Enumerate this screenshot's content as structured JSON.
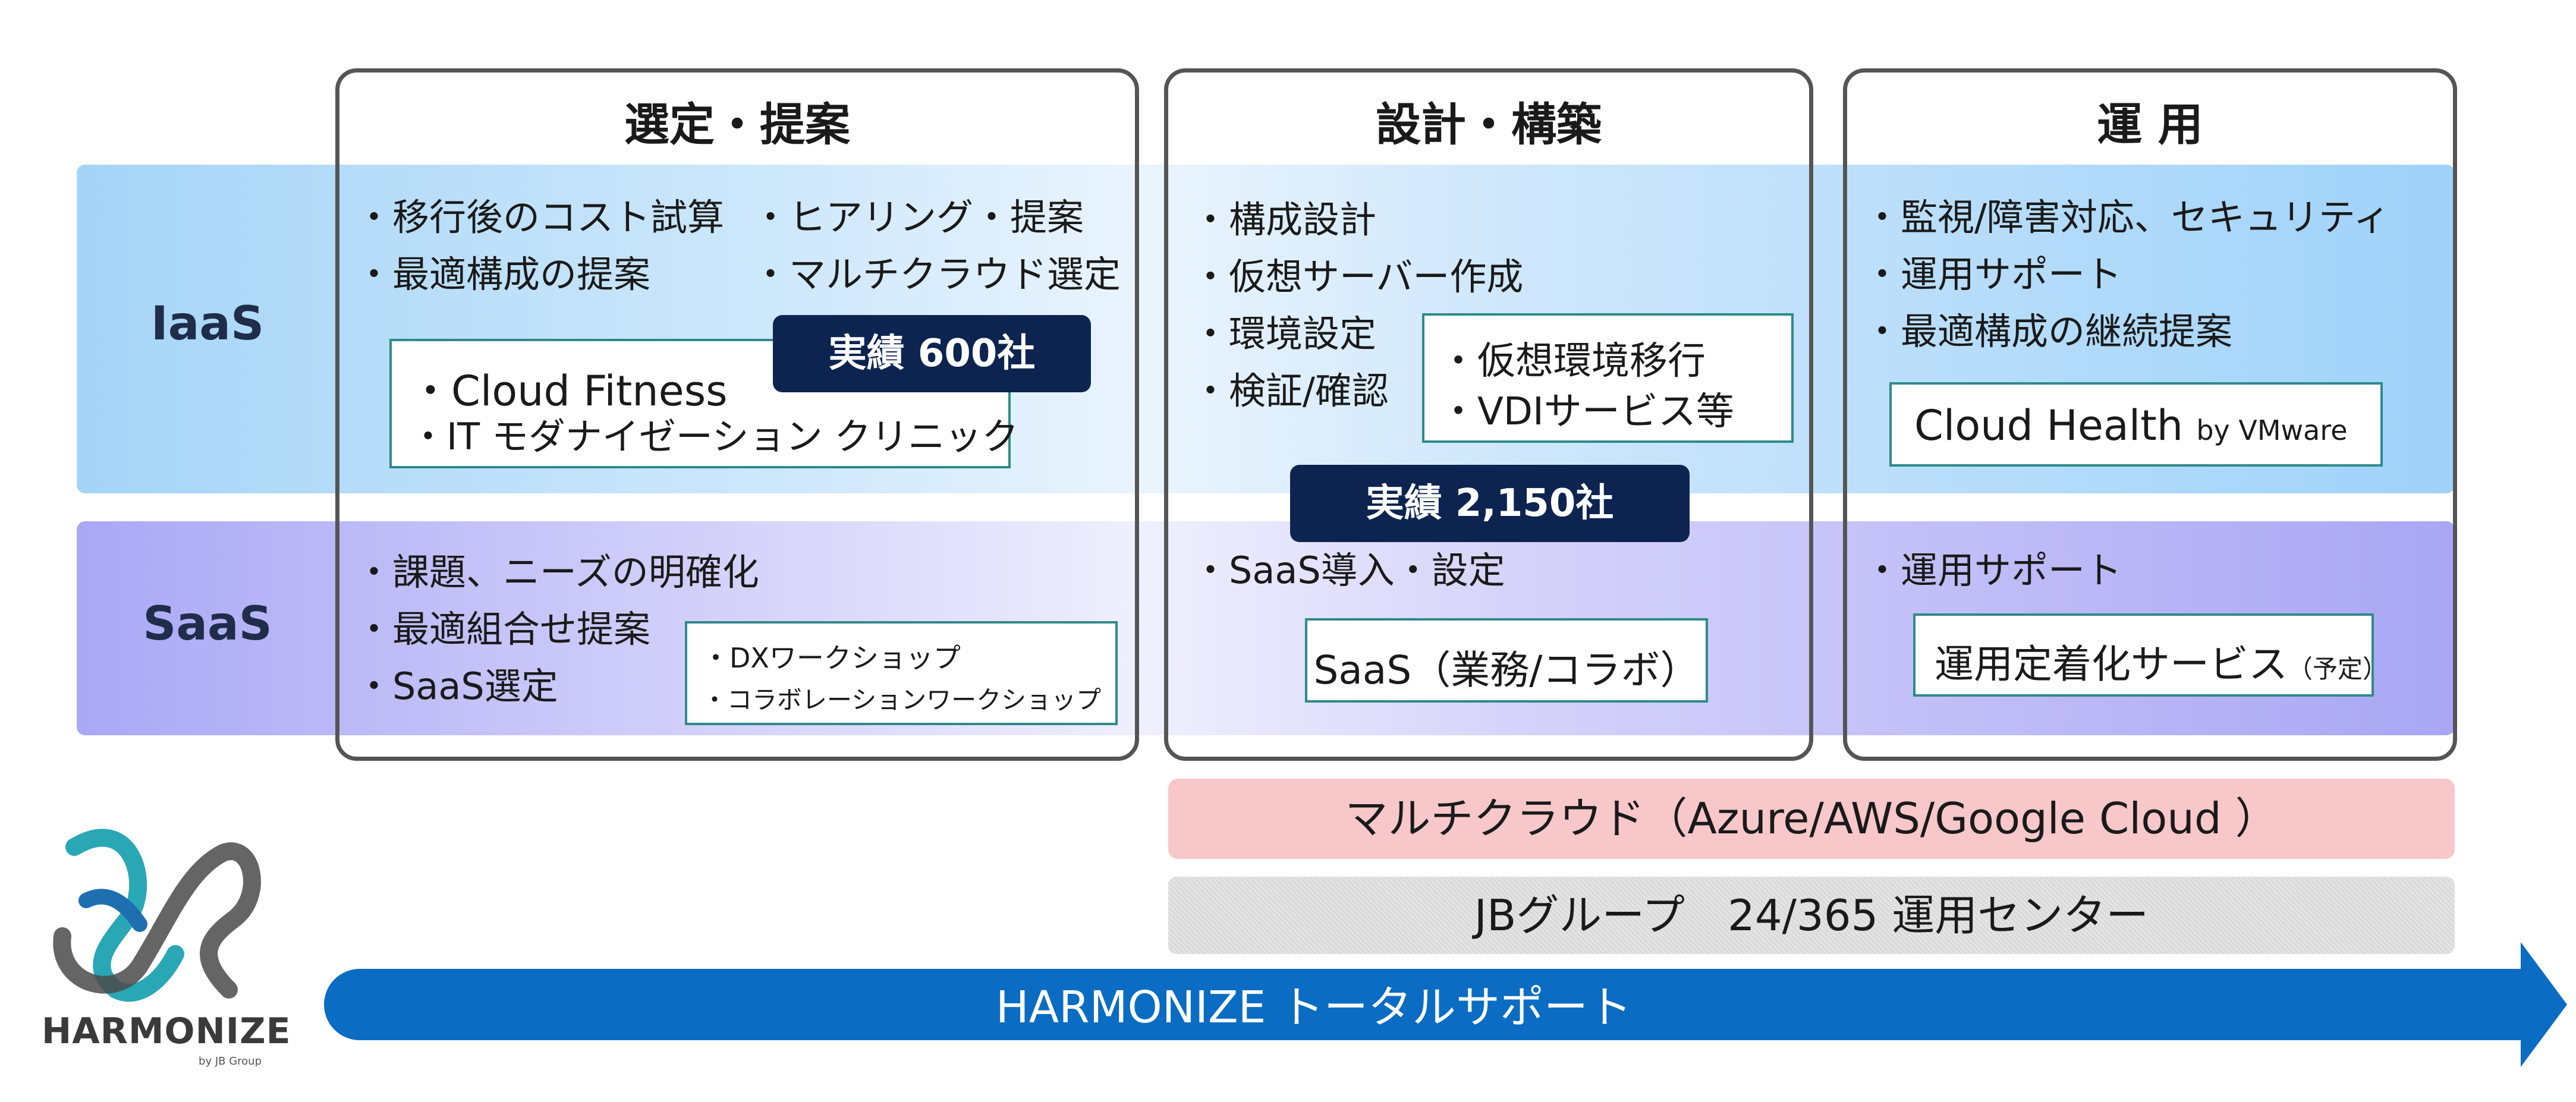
{
  "columns": {
    "selection": "選定・提案",
    "design": "設計・構築",
    "operation": "運 用"
  },
  "rows": {
    "iaas": "IaaS",
    "saas": "SaaS"
  },
  "iaas": {
    "selection_left": [
      "・移行後のコスト試算",
      "・最適構成の提案"
    ],
    "selection_right": [
      "・ヒアリング・提案",
      "・マルチクラウド選定"
    ],
    "selection_box": [
      "・Cloud Fitness",
      "・IT モダナイゼーション クリニック"
    ],
    "selection_badge": "実績 600社",
    "design_list": [
      "・構成設計",
      "・仮想サーバー作成",
      "・環境設定",
      "・検証/確認"
    ],
    "design_box": [
      "・仮想環境移行",
      "・VDIサービス等"
    ],
    "design_badge": "実績 2,150社",
    "operation_list": [
      "・監視/障害対応、セキュリティ",
      "・運用サポート",
      "・最適構成の継続提案"
    ],
    "operation_box_main": "Cloud Health",
    "operation_box_by": "by VMware"
  },
  "saas": {
    "selection_list": [
      "・課題、ニーズの明確化",
      "・最適組合せ提案",
      "・SaaS選定"
    ],
    "selection_box": [
      "・DXワークショップ",
      "・コラボレーションワークショップ"
    ],
    "design_list": [
      "・SaaS導入・設定"
    ],
    "design_box": "SaaS（業務/コラボ）",
    "operation_list": [
      "・運用サポート"
    ],
    "operation_box_main": "運用定着化サービス",
    "operation_box_note": "（予定）"
  },
  "bars": {
    "multicloud": "マルチクラウド（Azure/AWS/Google Cloud ）",
    "jb_center": "JBグループ　24/365 運用センター",
    "harmonize": "HARMONIZE トータルサポート"
  },
  "logo": {
    "name": "HARMONIZE",
    "sub": "by JB Group"
  },
  "colors": {
    "iaas_band": "#a5d4f7",
    "saas_band": "#aaa8f5",
    "badge": "#0d2450",
    "arrow": "#0a6cc2",
    "multicloud_bar": "#f8c7c9",
    "jb_bar": "#dcdcdc",
    "box_border": "#2e8a8a"
  }
}
